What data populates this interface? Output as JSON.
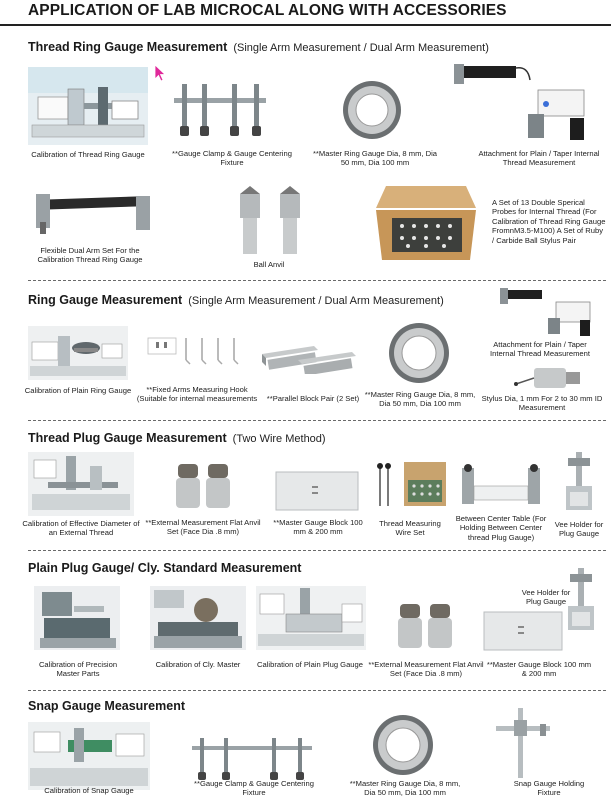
{
  "title": "APPLICATION OF LAB MICROCAL ALONG WITH ACCESSORIES",
  "sections": [
    {
      "title": "Thread Ring Gauge Measurement",
      "subtitle": "(Single Arm Measurement / Dual Arm Measurement)",
      "items": [
        "Calibration of Thread Ring Gauge",
        "**Gauge Clamp & Gauge Centering Fixture",
        "**Master Ring Gauge Dia, 8 mm, Dia 50 mm, Dia 100 mm",
        "Attachment for Plain / Taper Internal Thread Measurement",
        "Flexible Dual Arm Set For the Calibration Thread Ring Gauge",
        "Ball Anvil",
        "A Set of 13 Double Sperical Probes for Internal Thread (For Calibration of Thread Ring Gauge FromnM3.5-M100) A Set of Ruby / Carbide Ball Stylus Pair"
      ]
    },
    {
      "title": "Ring Gauge Measurement",
      "subtitle": "(Single Arm Measurement / Dual Arm Measurement)",
      "items": [
        "Calibration of Plain Ring Gauge",
        "**Fixed Arms Measuring Hook (Suitable for internal measurements",
        "**Parallel Block Pair (2 Set)",
        "**Master Ring Gauge Dia, 8 mm, Dia 50 mm, Dia 100 mm",
        "Attachment for Plain / Taper Internal Thread Measurement",
        "Stylus Dia, 1 mm For 2 to 30 mm ID Measurement"
      ]
    },
    {
      "title": "Thread Plug Gauge Measurement",
      "subtitle": "(Two Wire Method)",
      "items": [
        "Calibration of Effective Diameter of an External Thread",
        "**External Measurement Flat Anvil Set (Face Dia .8 mm)",
        "**Master Gauge Block 100 mm & 200 mm",
        "Thread Measuring Wire Set",
        "Between Center Table (For Holding Between Center thread Plug Gauge)",
        "Vee Holder for Plug Gauge"
      ]
    },
    {
      "title": "Plain Plug Gauge/ Cly. Standard Measurement",
      "subtitle": "",
      "items": [
        "Calibration of Precision Master Parts",
        "Calibration of Cly. Master",
        "Calibration of Plain Plug Gauge",
        "**External Measurement Flat Anvil Set (Face Dia .8 mm)",
        "**Master Gauge Block 100 mm & 200 mm",
        "Vee Holder for Plug Gauge"
      ]
    },
    {
      "title": "Snap Gauge Measurement",
      "subtitle": "",
      "items": [
        "Calibration of Snap Gauge",
        "**Gauge Clamp & Gauge Centering Fixture",
        "**Master Ring Gauge Dia, 8 mm, Dia 50 mm, Dia 100 mm",
        "Snap Gauge Holding Fixture"
      ]
    }
  ]
}
